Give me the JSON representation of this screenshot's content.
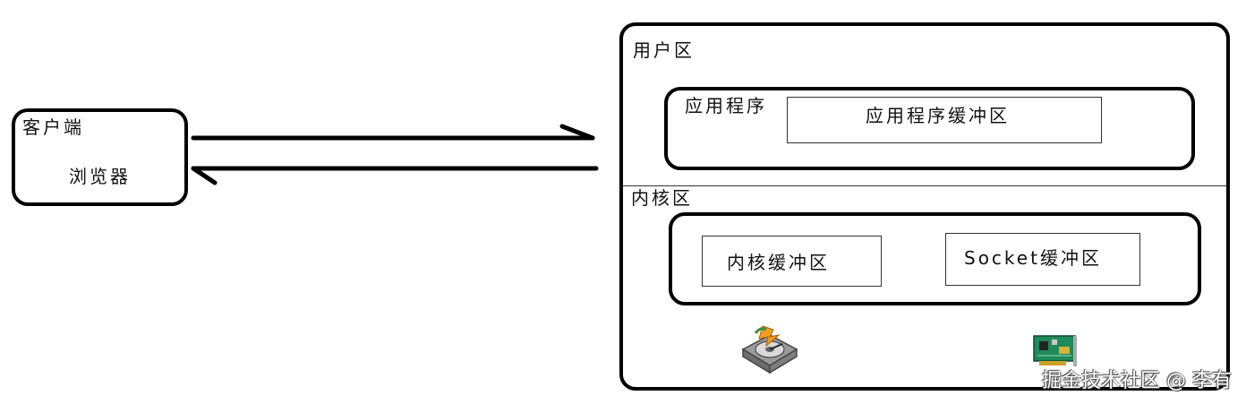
{
  "client": {
    "title": "客户端",
    "browser": "浏览器"
  },
  "server": {
    "user_space": {
      "title": "用户区",
      "app": {
        "title": "应用程序",
        "buffer": "应用程序缓冲区"
      }
    },
    "kernel_space": {
      "title": "内核区",
      "kernel_buffer": "内核缓冲区",
      "socket_buffer": "Socket缓冲区"
    }
  },
  "icons": {
    "disk": "hard-disk-icon",
    "nic": "network-card-icon"
  },
  "watermark": "掘金技术社区 @ 李有"
}
